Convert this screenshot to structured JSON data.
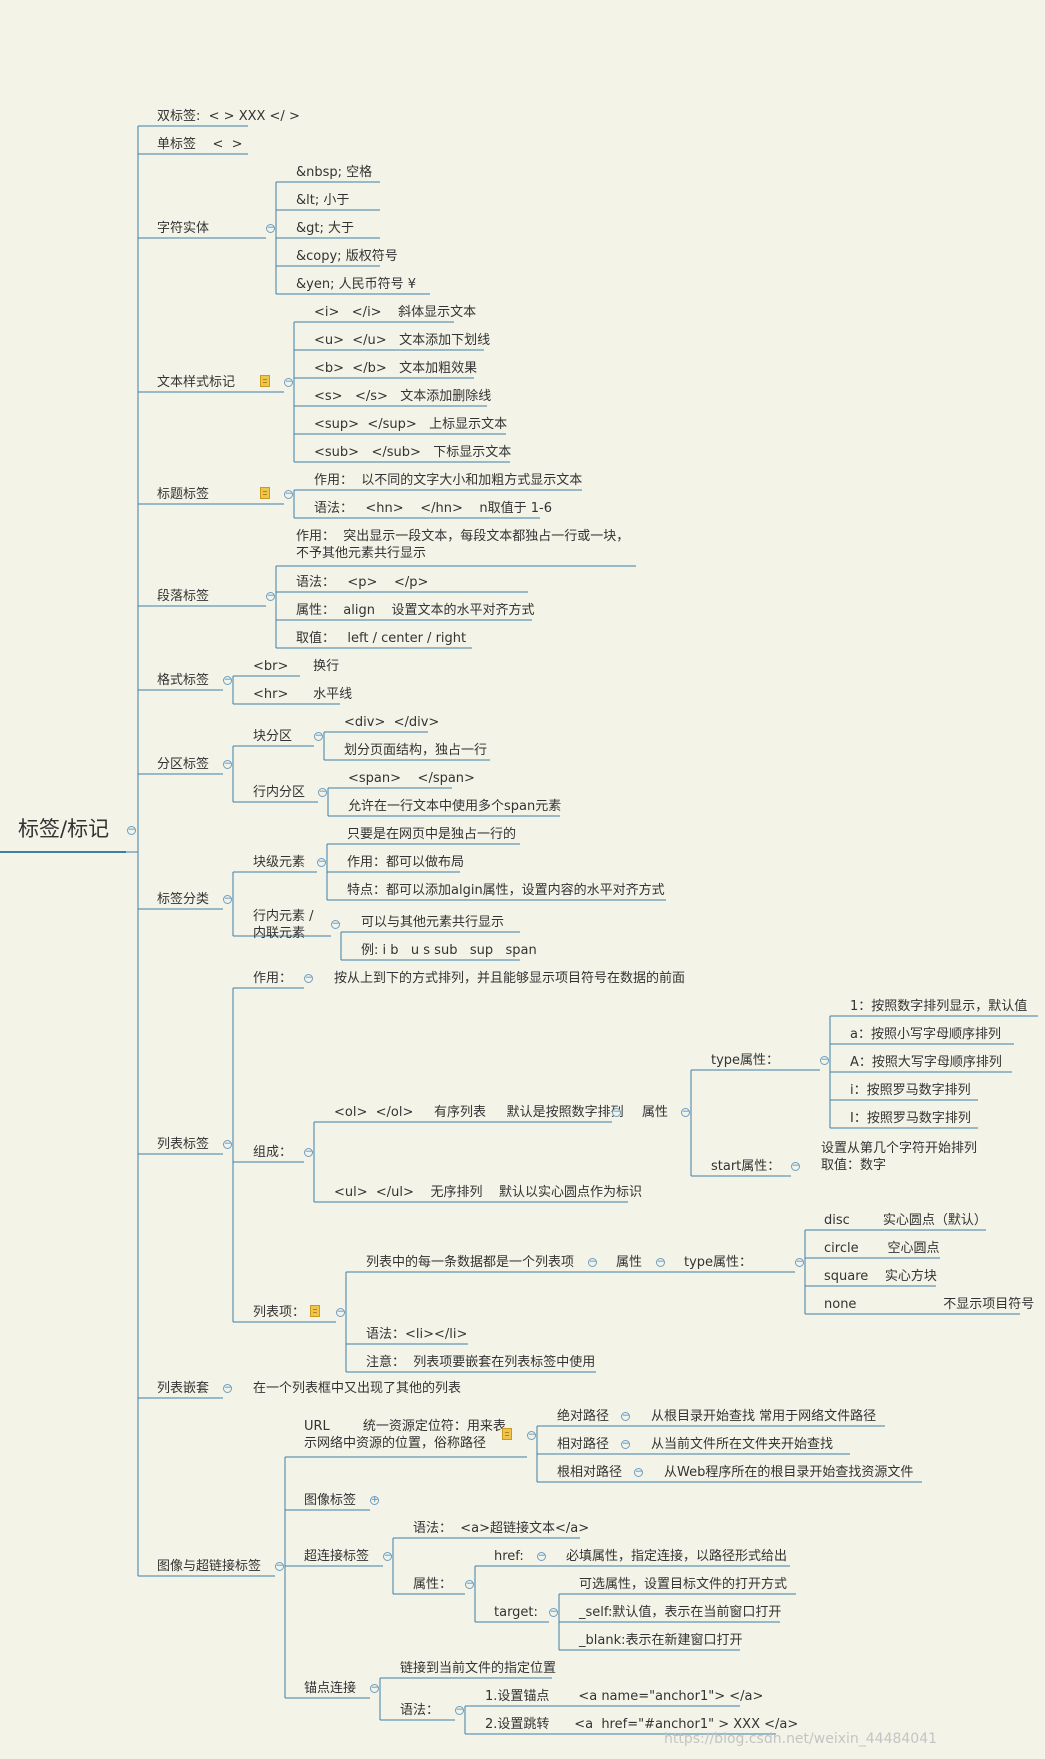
{
  "root": {
    "label": "标签/标记"
  },
  "branches": {
    "double_tag": {
      "label": "双标签:  < > XXX </ >"
    },
    "single_tag": {
      "label": "单标签    <  >"
    },
    "entities": {
      "label": "字符实体",
      "items": [
        "&nbsp; 空格",
        "&lt; 小于",
        "&gt; 大于",
        "&copy; 版权符号",
        "&yen; 人民币符号 ¥"
      ]
    },
    "text_style": {
      "label": "文本样式标记",
      "items": [
        "<i>   </i>    斜体显示文本",
        "<u>  </u>   文本添加下划线",
        "<b>  </b>   文本加粗效果",
        "<s>   </s>   文本添加删除线",
        "<sup>  </sup>   上标显示文本",
        "<sub>   </sub>   下标显示文本"
      ]
    },
    "heading": {
      "label": "标题标签",
      "items": [
        "作用：  以不同的文字大小和加粗方式显示文本",
        "语法：   <hn>    </hn>    n取值于 1-6"
      ]
    },
    "paragraph": {
      "label": "段落标签",
      "items": [
        "作用：  突出显示一段文本，每段文本都独占一行或一块，\n不予其他元素共行显示",
        "语法：   <p>    </p>",
        "属性：  align    设置文本的水平对齐方式",
        "取值：   left / center / right"
      ]
    },
    "format": {
      "label": "格式标签",
      "items": [
        "<br>      换行",
        "<hr>      水平线"
      ]
    },
    "division": {
      "label": "分区标签",
      "block": {
        "label": "块分区",
        "items": [
          "<div>  </div>",
          "划分页面结构，独占一行"
        ]
      },
      "inline": {
        "label": "行内分区",
        "items": [
          "<span>    </span>",
          "允许在一行文本中使用多个span元素"
        ]
      }
    },
    "classification": {
      "label": "标签分类",
      "block": {
        "label": "块级元素",
        "items": [
          "只要是在网页中是独占一行的",
          "作用：都可以做布局",
          "特点：都可以添加algin属性，设置内容的水平对齐方式"
        ]
      },
      "inline": {
        "label": "行内元素 /\n内联元素",
        "items": [
          "可以与其他元素共行显示",
          "例: i b   u s sub   sup   span"
        ]
      }
    },
    "list": {
      "label": "列表标签",
      "purpose": {
        "label": "作用：",
        "value": "按从上到下的方式排列，并且能够显示项目符号在数据的前面"
      },
      "composition": {
        "label": "组成：",
        "ol": "<ol>  </ol>     有序列表     默认是按照数字排列",
        "ol_attr": "属性",
        "type_attr": "type属性：",
        "type_values": [
          "1：按照数字排列显示，默认值",
          "a：按照小写字母顺序排列",
          "A：按照大写字母顺序排列",
          "i：按照罗马数字排列",
          "I：按照罗马数字排列"
        ],
        "start_attr": "start属性：",
        "start_desc": "设置从第几个字符开始排列\n取值：数字",
        "ul": "<ul>  </ul>    无序排列    默认以实心圆点作为标识"
      },
      "item": {
        "label": "列表项：",
        "desc": "列表中的每一条数据都是一个列表项",
        "attr": "属性",
        "type_attr": "type属性：",
        "types": [
          "disc        实心圆点（默认）",
          "circle       空心圆点",
          "square    实心方块",
          "none                     不显示项目符号"
        ],
        "syntax": "语法：<li></li>",
        "note": "注意：  列表项要嵌套在列表标签中使用"
      }
    },
    "nesting": {
      "label": "列表嵌套",
      "value": "在一个列表框中又出现了其他的列表"
    },
    "image_link": {
      "label": "图像与超链接标签",
      "url": {
        "label": "URL        统一资源定位符：用来表\n示网络中资源的位置，俗称路径",
        "items": [
          {
            "label": "绝对路径",
            "value": "从根目录开始查找 常用于网络文件路径"
          },
          {
            "label": "相对路径",
            "value": "从当前文件所在文件夹开始查找"
          },
          {
            "label": "根相对路径",
            "value": "从Web程序所在的根目录开始查找资源文件"
          }
        ]
      },
      "image": {
        "label": "图像标签"
      },
      "hyperlink": {
        "label": "超连接标签",
        "syntax": "语法：  <a>超链接文本</a>",
        "attr": "属性：",
        "href": {
          "label": "href:",
          "value": "必填属性，指定连接，以路径形式给出"
        },
        "target": {
          "label": "target:",
          "items": [
            "可选属性，设置目标文件的打开方式",
            "_self:默认值，表示在当前窗口打开",
            "_blank:表示在新建窗口打开"
          ]
        }
      },
      "anchor": {
        "label": "锚点连接",
        "desc": "链接到当前文件的指定位置",
        "syntax": "语法：",
        "items": [
          "1.设置锚点       <a name=\"anchor1\"> </a>",
          "2.设置跳转      <a  href=\"#anchor1\" > XXX </a>"
        ]
      }
    }
  },
  "watermark": "https://blog.csdn.net/weixin_44484041"
}
